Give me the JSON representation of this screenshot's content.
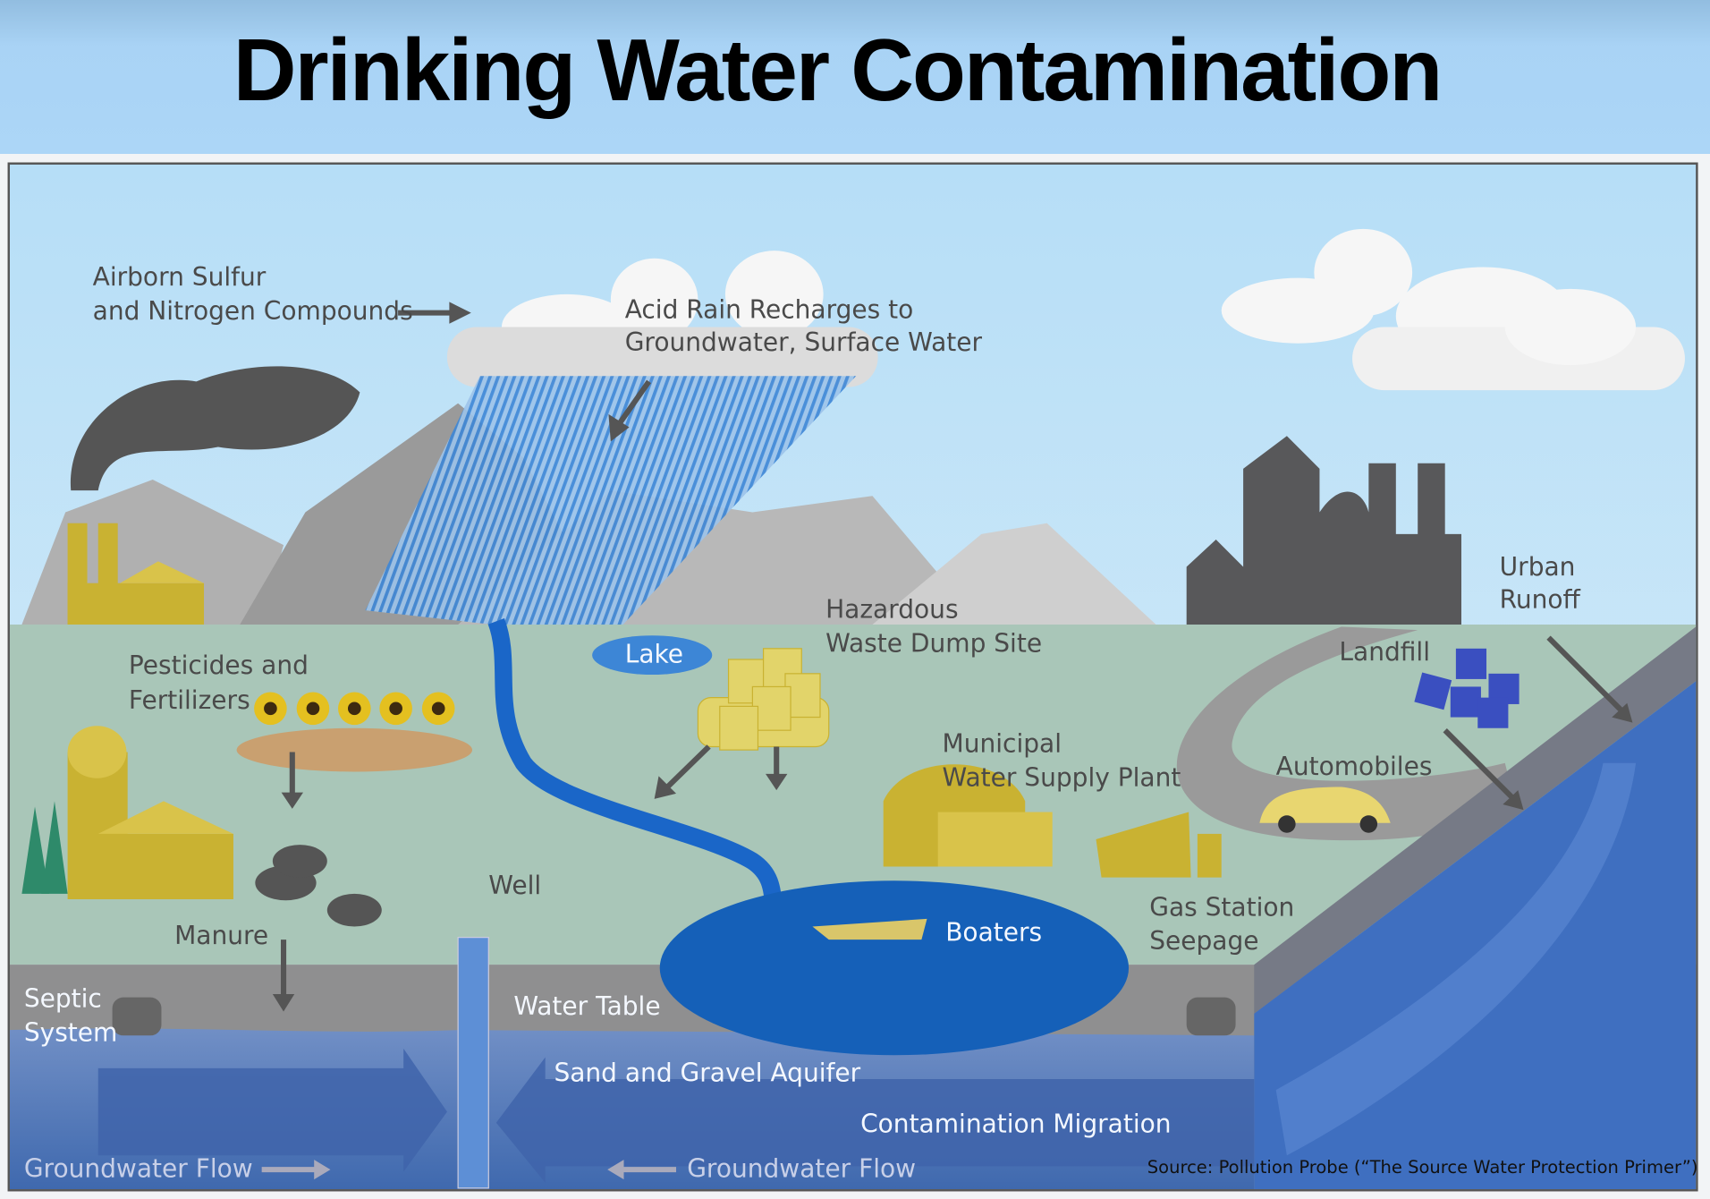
{
  "title": "Drinking Water Contamination",
  "labels": {
    "airborne": [
      "Airborn Sulfur",
      "and Nitrogen Compounds"
    ],
    "acid_rain": [
      "Acid Rain Recharges to",
      "Groundwater, Surface Water"
    ],
    "hazardous": [
      "Hazardous",
      "Waste Dump Site"
    ],
    "urban_runoff": [
      "Urban",
      "Runoff"
    ],
    "landfill": "Landfill",
    "lake": "Lake",
    "pesticides": [
      "Pesticides and",
      "Fertilizers"
    ],
    "municipal": [
      "Municipal",
      "Water Supply Plant"
    ],
    "automobiles": "Automobiles",
    "well": "Well",
    "manure": "Manure",
    "gas_station": [
      "Gas Station",
      "Seepage"
    ],
    "boaters": "Boaters",
    "septic": [
      "Septic",
      "System"
    ],
    "water_table": "Water Table",
    "aquifer": "Sand and Gravel Aquifer",
    "migration": "Contamination Migration",
    "groundwater_flow_left": "Groundwater Flow",
    "groundwater_flow_right": "Groundwater Flow"
  },
  "source": "Source: Pollution Probe (“The Source Water Protection Primer”)",
  "colors": {
    "sky": "#b9e0f7",
    "ground": "#a9c6b8",
    "water": "#1a62bb",
    "structure": "#c9b232",
    "city": "#58585a"
  }
}
